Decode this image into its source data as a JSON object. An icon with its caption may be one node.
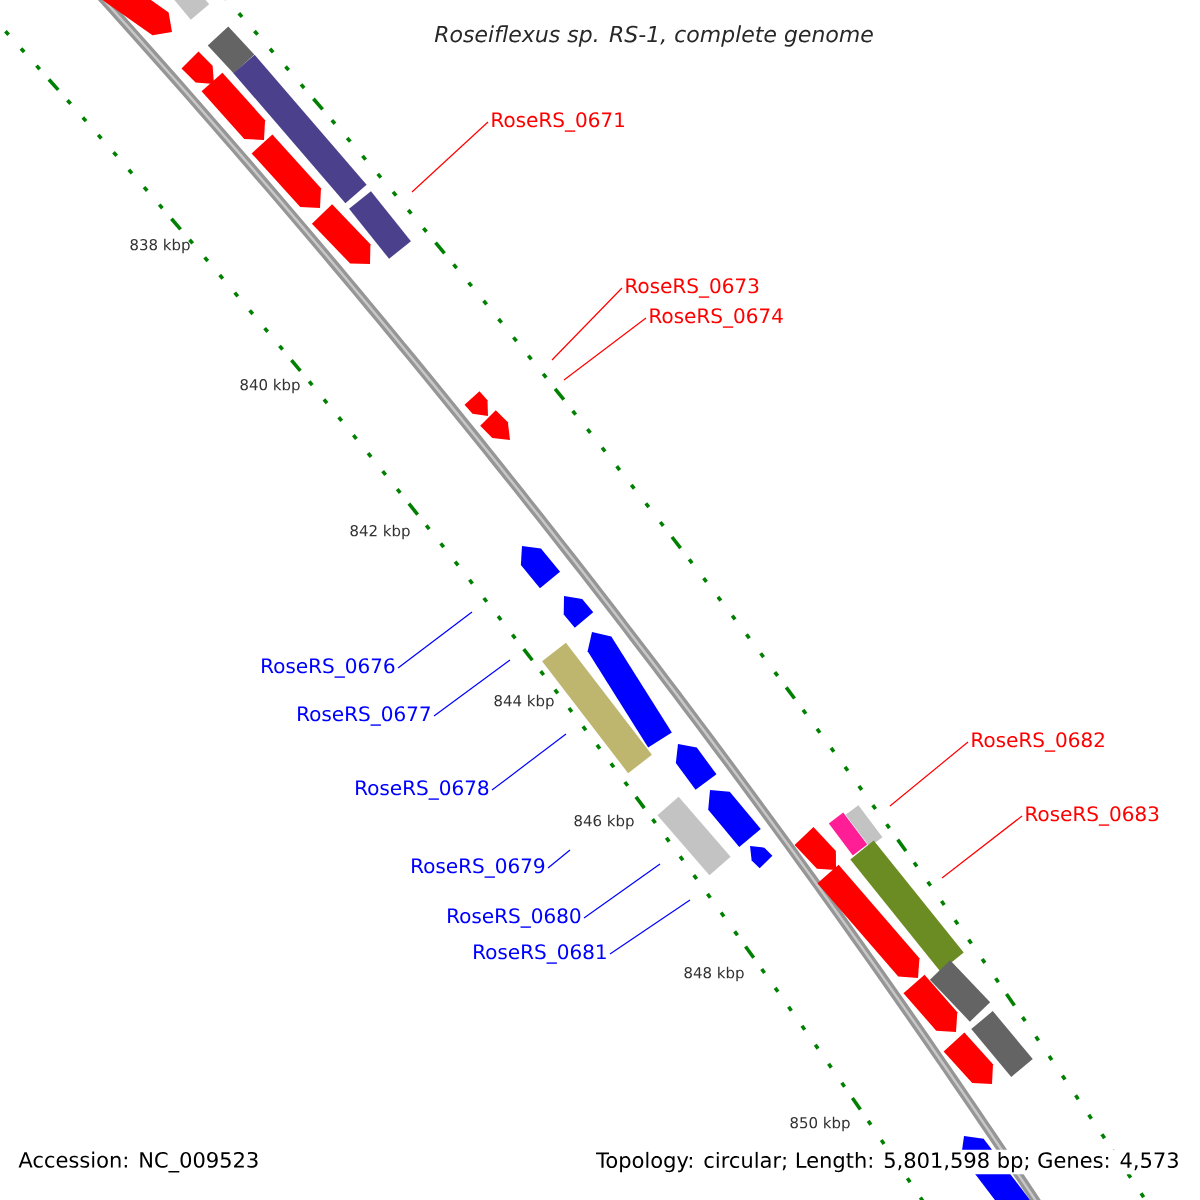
{
  "diagram": {
    "title": "Roseiflexus sp. RS-1, complete genome",
    "nodes": [
      {
        "text": [
          "RoseRS_0671"
        ]
      },
      {
        "text": [
          "RoseRS_0673"
        ]
      },
      {
        "text": [
          "RoseRS_0674"
        ]
      },
      {
        "text": [
          "RoseRS_0676"
        ]
      },
      {
        "text": [
          "RoseRS_0677"
        ]
      },
      {
        "text": [
          "RoseRS_0678"
        ]
      },
      {
        "text": [
          "RoseRS_0679"
        ]
      },
      {
        "text": [
          "RoseRS_0680"
        ]
      },
      {
        "text": [
          "RoseRS_0681"
        ]
      },
      {
        "text": [
          "RoseRS_0682"
        ]
      },
      {
        "text": [
          "RoseRS_0683"
        ]
      }
    ],
    "edges": [
      {
        "from": 0,
        "to": null,
        "arrow": "none",
        "color": "#ff0000"
      },
      {
        "from": 1,
        "to": null,
        "arrow": "none",
        "color": "#ff0000"
      },
      {
        "from": 2,
        "to": null,
        "arrow": "none",
        "color": "#ff0000"
      },
      {
        "from": 3,
        "to": null,
        "arrow": "none"
      },
      {
        "from": 4,
        "to": null,
        "arrow": "none"
      },
      {
        "from": 5,
        "to": null,
        "arrow": "none"
      },
      {
        "from": 6,
        "to": null,
        "arrow": "none"
      },
      {
        "from": 7,
        "to": null,
        "arrow": "none"
      },
      {
        "from": 8,
        "to": null,
        "arrow": "none"
      },
      {
        "from": 9,
        "to": null,
        "arrow": "none",
        "color": "#ff0000"
      },
      {
        "from": 10,
        "to": null,
        "arrow": "none",
        "color": "#ff0000"
      }
    ],
    "labels": [
      "838 kbp",
      "840 kbp",
      "842 kbp",
      "844 kbp",
      "846 kbp",
      "848 kbp",
      "850 kbp",
      "Accession: NC_009523",
      "Topology: circular; Length: 5,801,598 bp; Genes: 4,573"
    ]
  }
}
